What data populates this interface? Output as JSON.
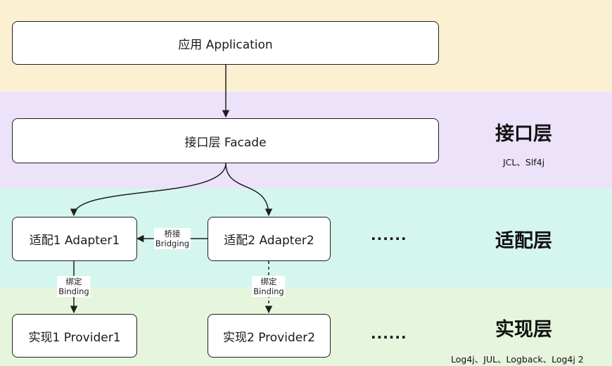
{
  "nodes": {
    "application": "应用 Application",
    "facade": "接口层 Facade",
    "adapter1": "适配1 Adapter1",
    "adapter2": "适配2 Adapter2",
    "provider1": "实现1 Provider1",
    "provider2": "实现2 Provider2"
  },
  "edge_labels": {
    "bridging_cn": "桥接",
    "bridging_en": "Bridging",
    "binding1_cn": "绑定",
    "binding1_en": "Binding",
    "binding2_cn": "绑定",
    "binding2_en": "Binding"
  },
  "ellipsis": {
    "adapter_row": "......",
    "provider_row": "......"
  },
  "layers": {
    "interface_title": "接口层",
    "interface_note": "JCL、Slf4j",
    "adapter_title": "适配层",
    "impl_title": "实现层",
    "impl_note": "Log4j、JUL、Logback、Log4j 2"
  }
}
